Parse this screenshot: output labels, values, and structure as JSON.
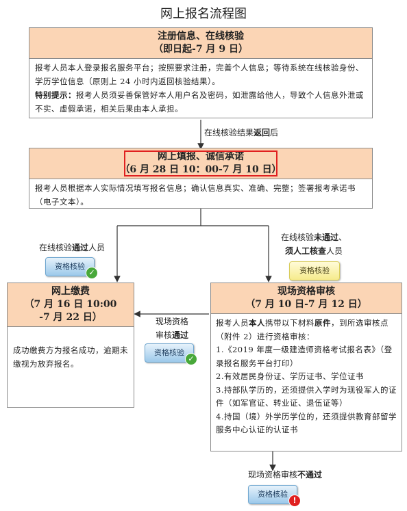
{
  "title": "网上报名流程图",
  "step1": {
    "title": "注册信息、在线核验",
    "period": "（即日起-7 月 9 日）",
    "body": "报考人员本人登录报名服务平台；按照要求注册，完善个人信息；等待系统在线核验身份、学历学位信息（原则上 24 小时内返回核验结果）。",
    "tip_label": "特别提示：",
    "tip_text": "报考人员须妥善保管好本人用户名及密码，如泄露给他人，导致个人信息外泄或不实、虚假承诺，相关后果由本人承担。"
  },
  "arrow1_label": {
    "pre": "在线核验结果",
    "bold": "返回",
    "post": "后"
  },
  "step2": {
    "title": "网上填报、诚信承诺",
    "period": "（6 月 28 日 10：00-7 月 10 日）",
    "body": "报考人员根据本人实际情况填写报名信息；确认信息真实、准确、完整；签署报考承诺书（电子文本）。"
  },
  "pass_label": {
    "pre": "在线核验",
    "bold": "通过",
    "post": "人员"
  },
  "fail_label": {
    "line1_pre": "在线核验",
    "line1_bold": "未通过",
    "line1_post": "、",
    "line2_bold": "须人工核查",
    "line2_post": "人员"
  },
  "badge_text": "资格核验",
  "step3": {
    "title": "网上缴费",
    "period1": "（7 月 16 日 10:00",
    "period2": "-7 月 22 日）",
    "body": "成功缴费方为报名成功，逾期未缴视为放弃报名。"
  },
  "onsite_pass_label": {
    "line1": "现场资格",
    "line2_pre": "审核",
    "line2_bold": "通过"
  },
  "step4": {
    "title": "现场资格审核",
    "period": "（7 月 10 日-7 月 12 日）",
    "intro_pre": "报考人员",
    "intro_bold1": "本人",
    "intro_mid": "携带以下材料",
    "intro_bold2": "原件",
    "intro_post": "，到所选审核点（附件 2）进行资格审核：",
    "items": [
      "1.《2019 年度一级建造师资格考试报名表》（登录报名服务平台打印）",
      "2.有效居民身份证、学历证书、学位证书",
      "3.持部队学历的，还须提供入学时为现役军人的证件（如军官证、转业证、退伍证等）",
      "4.持国（境）外学历学位的，还须提供教育部留学服务中心认证的认证书"
    ]
  },
  "onsite_fail_label": {
    "pre": "现场资格审核",
    "bold": "不通过"
  },
  "colors": {
    "header_fill": "#fbd5b5",
    "highlight": "#e02020",
    "check": "#48a83a"
  }
}
